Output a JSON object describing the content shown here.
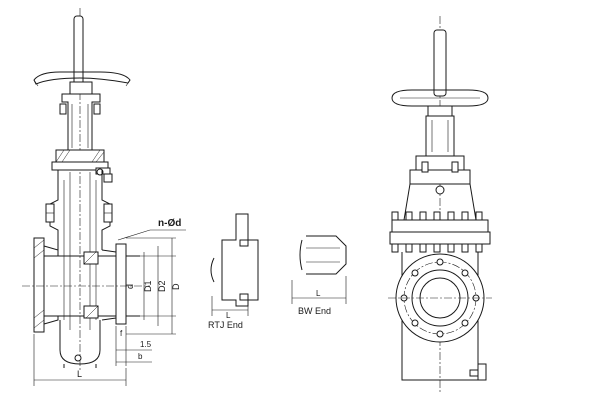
{
  "labels": {
    "hole_note": "n-Ød",
    "dim_d": "d",
    "dim_D1": "D1",
    "dim_D2": "D2",
    "dim_D": "D",
    "dim_f": "f",
    "dim_1_5": "1.5",
    "dim_b": "b",
    "dim_L": "L",
    "rtj_L": "L",
    "rtj_caption": "RTJ End",
    "bw_L": "L",
    "bw_caption": "BW End"
  }
}
